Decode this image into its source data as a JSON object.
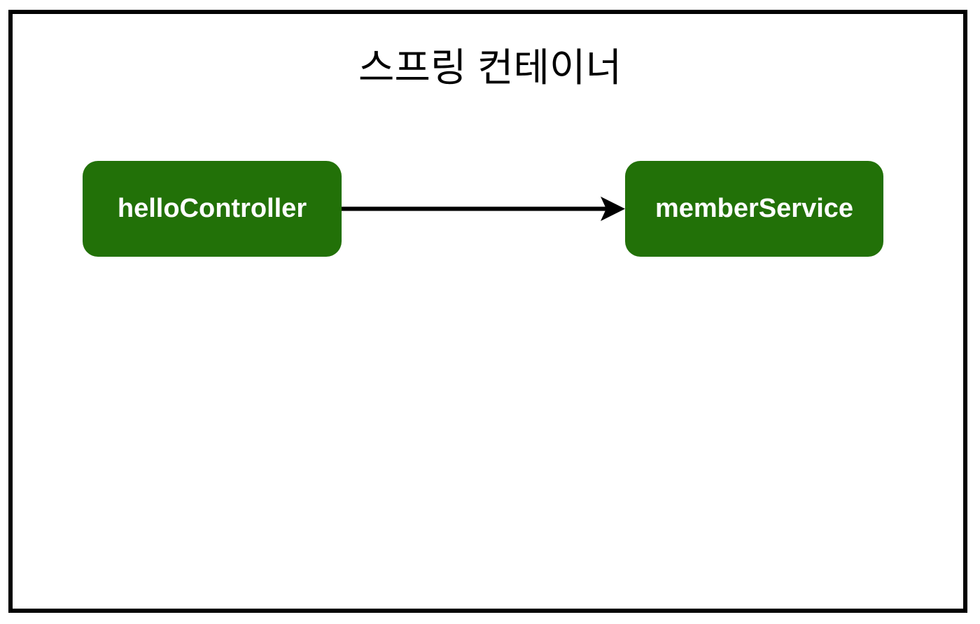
{
  "diagram": {
    "title": "스프링 컨테이너",
    "nodes": [
      {
        "id": "helloController",
        "label": "helloController"
      },
      {
        "id": "memberService",
        "label": "memberService"
      }
    ],
    "edges": [
      {
        "from": "helloController",
        "to": "memberService",
        "style": "solid-black-arrow"
      }
    ]
  },
  "colors": {
    "node-fill": "#227108",
    "node-text": "#ffffff",
    "frame-border": "#000000",
    "arrow": "#000000",
    "background": "#ffffff"
  }
}
